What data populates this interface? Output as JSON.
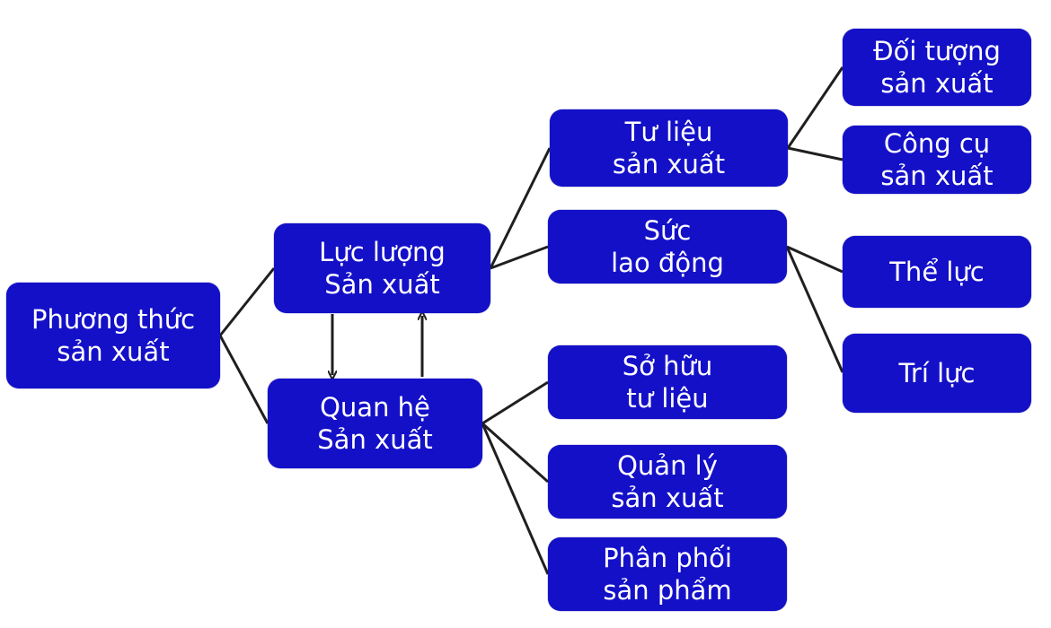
{
  "colors": {
    "node_fill": "#1410c8",
    "node_text": "#ffffff",
    "connector": "#1f1f1f"
  },
  "nodes": {
    "phuong_thuc": {
      "line1": "Phương thức",
      "line2": "sản xuất"
    },
    "luc_luong": {
      "line1": "Lực lượng",
      "line2": "Sản xuất"
    },
    "quan_he": {
      "line1": "Quan hệ",
      "line2": "Sản xuất"
    },
    "tu_lieu": {
      "line1": "Tư liệu",
      "line2": "sản xuất"
    },
    "suc_lao_dong": {
      "line1": "Sức",
      "line2": "lao động"
    },
    "so_huu": {
      "line1": "Sở hữu",
      "line2": "tư liệu"
    },
    "quan_ly": {
      "line1": "Quản lý",
      "line2": "sản xuất"
    },
    "phan_phoi": {
      "line1": "Phân phối",
      "line2": "sản phẩm"
    },
    "doi_tuong": {
      "line1": "Đối tượng",
      "line2": "sản xuất"
    },
    "cong_cu": {
      "line1": "Công cụ",
      "line2": "sản xuất"
    },
    "the_luc": {
      "line1": "Thể lực"
    },
    "tri_luc": {
      "line1": "Trí lực"
    }
  }
}
